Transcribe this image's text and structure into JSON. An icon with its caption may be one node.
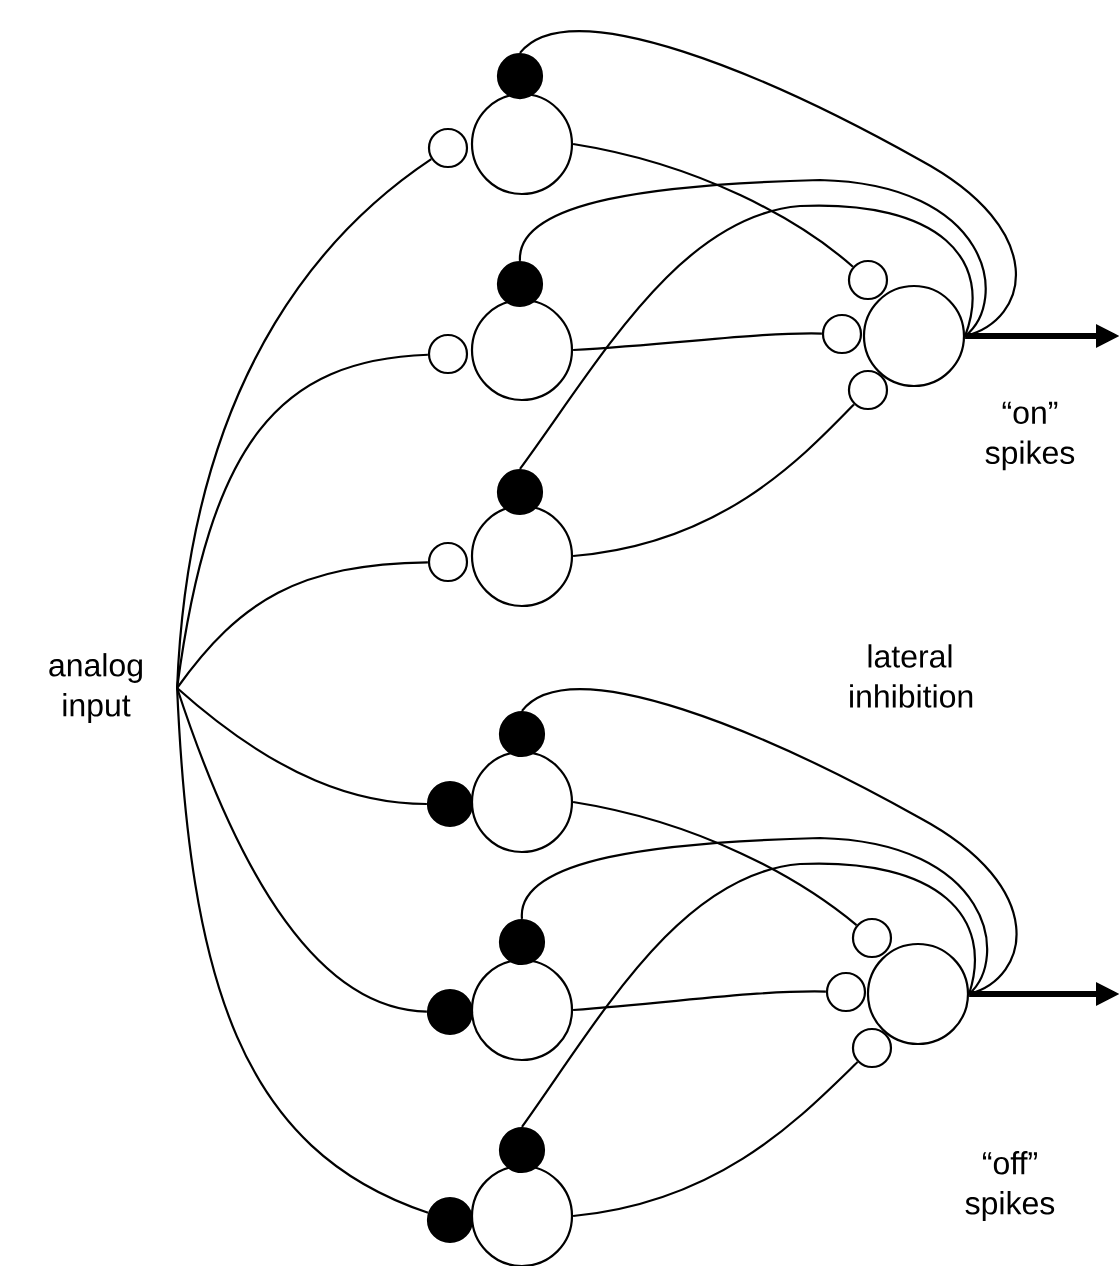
{
  "diagram": {
    "nodes": [
      {
        "text": [
          "analog input"
        ]
      },
      {
        "text": [],
        "shape": "circle"
      },
      {
        "text": [],
        "shape": "circle"
      },
      {
        "text": [],
        "shape": "circle"
      },
      {
        "text": [],
        "shape": "circle"
      },
      {
        "text": [],
        "shape": "circle"
      },
      {
        "text": [],
        "shape": "circle"
      },
      {
        "text": [],
        "shape": "circle"
      },
      {
        "text": [],
        "shape": "circle"
      },
      {
        "text": [],
        "shape": "circle"
      },
      {
        "text": [],
        "shape": "dot"
      },
      {
        "text": [],
        "shape": "circle"
      },
      {
        "text": [],
        "shape": "dot"
      },
      {
        "text": [],
        "shape": "circle"
      },
      {
        "text": [],
        "shape": "dot"
      },
      {
        "text": [],
        "shape": "dot"
      },
      {
        "text": [],
        "shape": "dot"
      },
      {
        "text": [],
        "shape": "dot"
      },
      {
        "text": [],
        "shape": "dot"
      },
      {
        "text": [],
        "shape": "dot"
      },
      {
        "text": [],
        "shape": "dot"
      },
      {
        "text": [],
        "shape": "circle"
      },
      {
        "text": [],
        "shape": "circle"
      },
      {
        "text": [],
        "shape": "circle"
      },
      {
        "text": [],
        "shape": "circle"
      },
      {
        "text": [],
        "shape": "circle"
      },
      {
        "text": [],
        "shape": "circle"
      }
    ],
    "edges": [
      {
        "from": 0,
        "to": 9,
        "arrow": "none"
      },
      {
        "from": 0,
        "to": 11,
        "arrow": "none"
      },
      {
        "from": 0,
        "to": 13,
        "arrow": "none"
      },
      {
        "from": 0,
        "to": 15,
        "arrow": "none"
      },
      {
        "from": 0,
        "to": 17,
        "arrow": "none"
      },
      {
        "from": 0,
        "to": 19,
        "arrow": "none"
      },
      {
        "from": 1,
        "to": 21,
        "arrow": "none"
      },
      {
        "from": 2,
        "to": 22,
        "arrow": "none"
      },
      {
        "from": 3,
        "to": 23,
        "arrow": "none"
      },
      {
        "from": 4,
        "to": 24,
        "arrow": "none"
      },
      {
        "from": 5,
        "to": 25,
        "arrow": "none"
      },
      {
        "from": 6,
        "to": 26,
        "arrow": "none"
      },
      {
        "from": 7,
        "to": 10,
        "arrow": "none"
      },
      {
        "from": 7,
        "to": 12,
        "arrow": "none"
      },
      {
        "from": 7,
        "to": 14,
        "arrow": "none"
      },
      {
        "from": 8,
        "to": 16,
        "arrow": "none"
      },
      {
        "from": 8,
        "to": 18,
        "arrow": "none"
      },
      {
        "from": 8,
        "to": 20,
        "arrow": "none"
      },
      {
        "from": 7,
        "to": null,
        "arrow": "to",
        "style": "thick"
      },
      {
        "from": 8,
        "to": null,
        "arrow": "to",
        "style": "thick"
      }
    ],
    "labels": [
      "“on” spikes",
      "lateral inhibition",
      "“off” spikes"
    ]
  }
}
